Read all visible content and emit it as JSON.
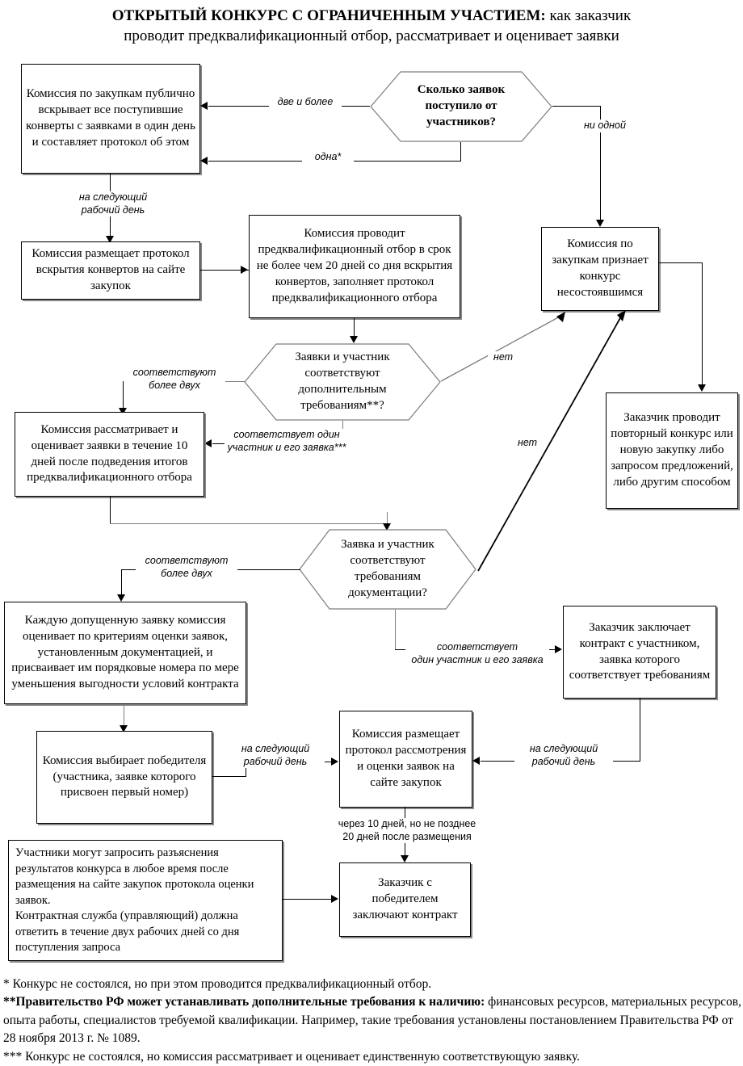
{
  "title": {
    "strong": "ОТКРЫТЫЙ КОНКУРС С ОГРАНИЧЕННЫМ УЧАСТИЕМ:",
    "rest": " как заказчик",
    "line2": "проводит предквалификационный отбор, рассматривает и оценивает заявки"
  },
  "nodes": {
    "open_envelopes": "Комиссия по закупкам публично вскрывает все поступившие конверты с заявками в один день и составляет протокол об этом",
    "how_many_bids": "Сколько заявок поступило от участников?",
    "publish_opening_protocol": "Комиссия размещает протокол вскрытия конвертов на сайте закупок",
    "prequal_selection": "Комиссия проводит предквалификационный отбор в срок не более чем 20 дней со дня вскрытия конвертов, заполняет протокол предквалификационного отбора",
    "declare_failed": "Комиссия по закупкам признает конкурс несостоявшимся",
    "extra_requirements": "Заявки и участник соответствуют дополнительным требованиям**?",
    "review_within_10_days": "Комиссия рассматривает и оценивает заявки в течение 10 дней после подведения итогов предквалификационного отбора",
    "repeat_tender": "Заказчик проводит повторный конкурс или новую закупку либо запросом предложений, либо другим способом",
    "doc_requirements": "Заявка и участник соответствуют требованиям документации?",
    "score_each_bid": "Каждую допущенную заявку комиссия оценивает по критериям оценки заявок, установленным документацией, и присваивает им порядковые номера по мере уменьшения выгодности условий контракта",
    "contract_single_participant": "Заказчик заключает контракт с участником, заявка которого соответствует требованиям",
    "choose_winner": "Комиссия выбирает победителя (участника, заявке которого присвоен первый номер)",
    "publish_review_protocol": "Комиссия размещает протокол рассмотрения и оценки заявок на сайте закупок",
    "clarifications": "Участники могут запросить разъяснения результатов конкурса в любое время после размещения на сайте закупок протокола оценки заявок.\nКонтрактная служба (управляющий) должна ответить в течение двух рабочих дней со дня поступления запроса",
    "sign_contract_winner": "Заказчик с победителем заключают контракт"
  },
  "edges": {
    "two_or_more": "две и более",
    "one_star": "одна*",
    "none": "ни одной",
    "next_business_day_1": "на следующий\nрабочий день",
    "no_1": "нет",
    "no_2": "нет",
    "match_more_than_two_1": "соответствуют\nболее двух",
    "match_one_participant_1": "соответствует один\nучастник и его заявка***",
    "match_more_than_two_2": "соответствуют\nболее двух",
    "match_one_participant_2": "соответствует\nодин участник и его заявка",
    "next_business_day_2": "на следующий\nрабочий день",
    "next_business_day_3": "на следующий\nрабочий день",
    "after_10_days": "через 10 дней, но не позднее\n20 дней после размещения"
  },
  "footnotes": {
    "one": "* Конкурс не состоялся, но при этом проводится предквалификационный отбор.",
    "two_strong": "**Правительство РФ может устанавливать дополнительные требования к наличию:",
    "two_rest": " финансовых ресурсов, материальных ресурсов, опыта работы, специалистов требуемой квалификации. Например, такие требования установлены постановлением Правительства РФ от 28 ноября 2013 г. № 1089.",
    "three": "*** Конкурс не состоялся, но комиссия рассматривает и оценивает единственную соответствующую заявку."
  },
  "colors": {
    "line": "#000000",
    "line_grey": "#7d7d7d",
    "shadow": "#888888"
  }
}
